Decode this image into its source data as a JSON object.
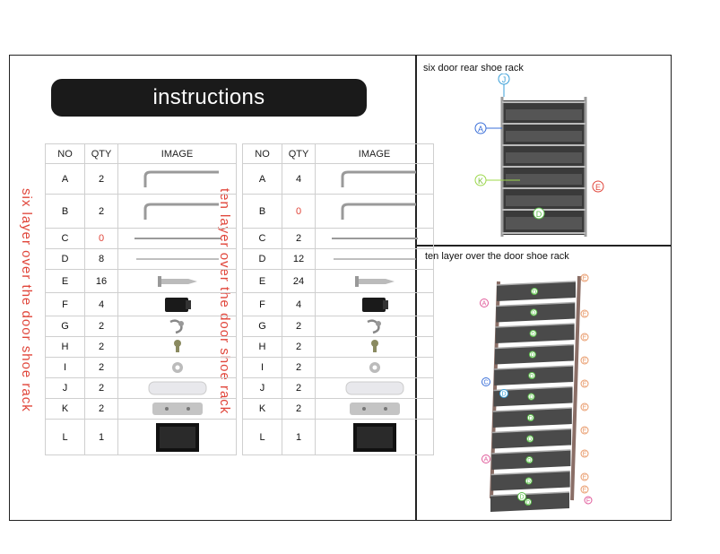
{
  "title": "instructions",
  "left_side_label": "six layer over the door shoe rack",
  "right_side_label": "ten layer over the door shoe rack",
  "table_headers": [
    "NO",
    "QTY",
    "IMAGE"
  ],
  "table_left": [
    {
      "no": "A",
      "qty": "2",
      "icon": "l-rod-icon"
    },
    {
      "no": "B",
      "qty": "2",
      "icon": "l-rod-icon"
    },
    {
      "no": "C",
      "qty": "0",
      "icon": "long-rod-icon",
      "qty_red": true
    },
    {
      "no": "D",
      "qty": "8",
      "icon": "short-rod-icon"
    },
    {
      "no": "E",
      "qty": "16",
      "icon": "screw-icon"
    },
    {
      "no": "F",
      "qty": "4",
      "icon": "clip-icon"
    },
    {
      "no": "G",
      "qty": "2",
      "icon": "hook-icon"
    },
    {
      "no": "H",
      "qty": "2",
      "icon": "small-screw-icon"
    },
    {
      "no": "I",
      "qty": "2",
      "icon": "washer-icon"
    },
    {
      "no": "J",
      "qty": "2",
      "icon": "bracket-icon"
    },
    {
      "no": "K",
      "qty": "2",
      "icon": "plate-icon"
    },
    {
      "no": "L",
      "qty": "1",
      "icon": "fabric-shelf-icon"
    }
  ],
  "table_right": [
    {
      "no": "A",
      "qty": "4",
      "icon": "l-rod-icon"
    },
    {
      "no": "B",
      "qty": "0",
      "icon": "l-rod-icon",
      "qty_red": true
    },
    {
      "no": "C",
      "qty": "2",
      "icon": "long-rod-icon"
    },
    {
      "no": "D",
      "qty": "12",
      "icon": "short-rod-icon"
    },
    {
      "no": "E",
      "qty": "24",
      "icon": "screw-icon"
    },
    {
      "no": "F",
      "qty": "4",
      "icon": "clip-icon"
    },
    {
      "no": "G",
      "qty": "2",
      "icon": "hook-icon"
    },
    {
      "no": "H",
      "qty": "2",
      "icon": "small-screw-icon"
    },
    {
      "no": "I",
      "qty": "2",
      "icon": "washer-icon"
    },
    {
      "no": "J",
      "qty": "2",
      "icon": "bracket-icon"
    },
    {
      "no": "K",
      "qty": "2",
      "icon": "plate-icon"
    },
    {
      "no": "L",
      "qty": "1",
      "icon": "fabric-shelf-icon"
    }
  ],
  "six_rack": {
    "title": "six door rear shoe rack",
    "callouts": [
      "J",
      "A",
      "K",
      "E",
      "D"
    ]
  },
  "ten_rack": {
    "title": "ten layer over the door shoe rack",
    "callouts_left": [
      "A",
      "C",
      "D",
      "A",
      "D"
    ],
    "callouts_right": [
      "E",
      "E",
      "E",
      "E",
      "E",
      "E",
      "E",
      "E",
      "E",
      "E",
      "E",
      "F"
    ],
    "shelf_marker": "D"
  },
  "colors": {
    "accent_red": "#e0453a",
    "callout_blue": "#3a6fd8",
    "callout_green": "#5cbf4a",
    "callout_pink": "#e05a9a"
  }
}
